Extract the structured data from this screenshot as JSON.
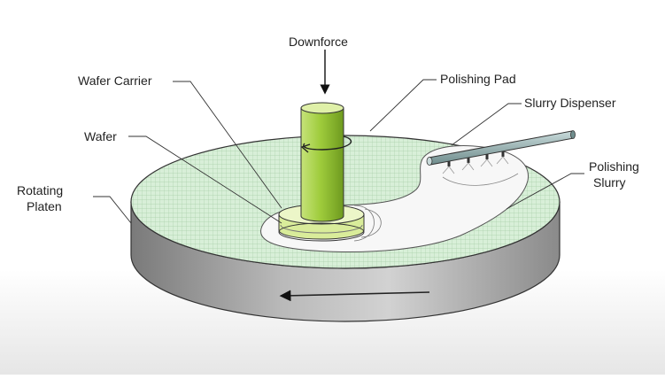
{
  "labels": {
    "downforce": "Downforce",
    "wafer_carrier": "Wafer Carrier",
    "polishing_pad": "Polishing Pad",
    "slurry_dispenser": "Slurry Dispenser",
    "wafer": "Wafer",
    "polishing_slurry_line1": "Polishing",
    "polishing_slurry_line2": "Slurry",
    "rotating_platen_line1": "Rotating",
    "rotating_platen_line2": "Platen"
  },
  "colors": {
    "pad": "#d8efd8",
    "pad_grid": "#a9cfa9",
    "platen_side": "#8c8c8c",
    "carrier_shaft": "#9fcc3c",
    "slurry": "#f7f7f7",
    "dispenser_tube": "#8fa8a8"
  }
}
